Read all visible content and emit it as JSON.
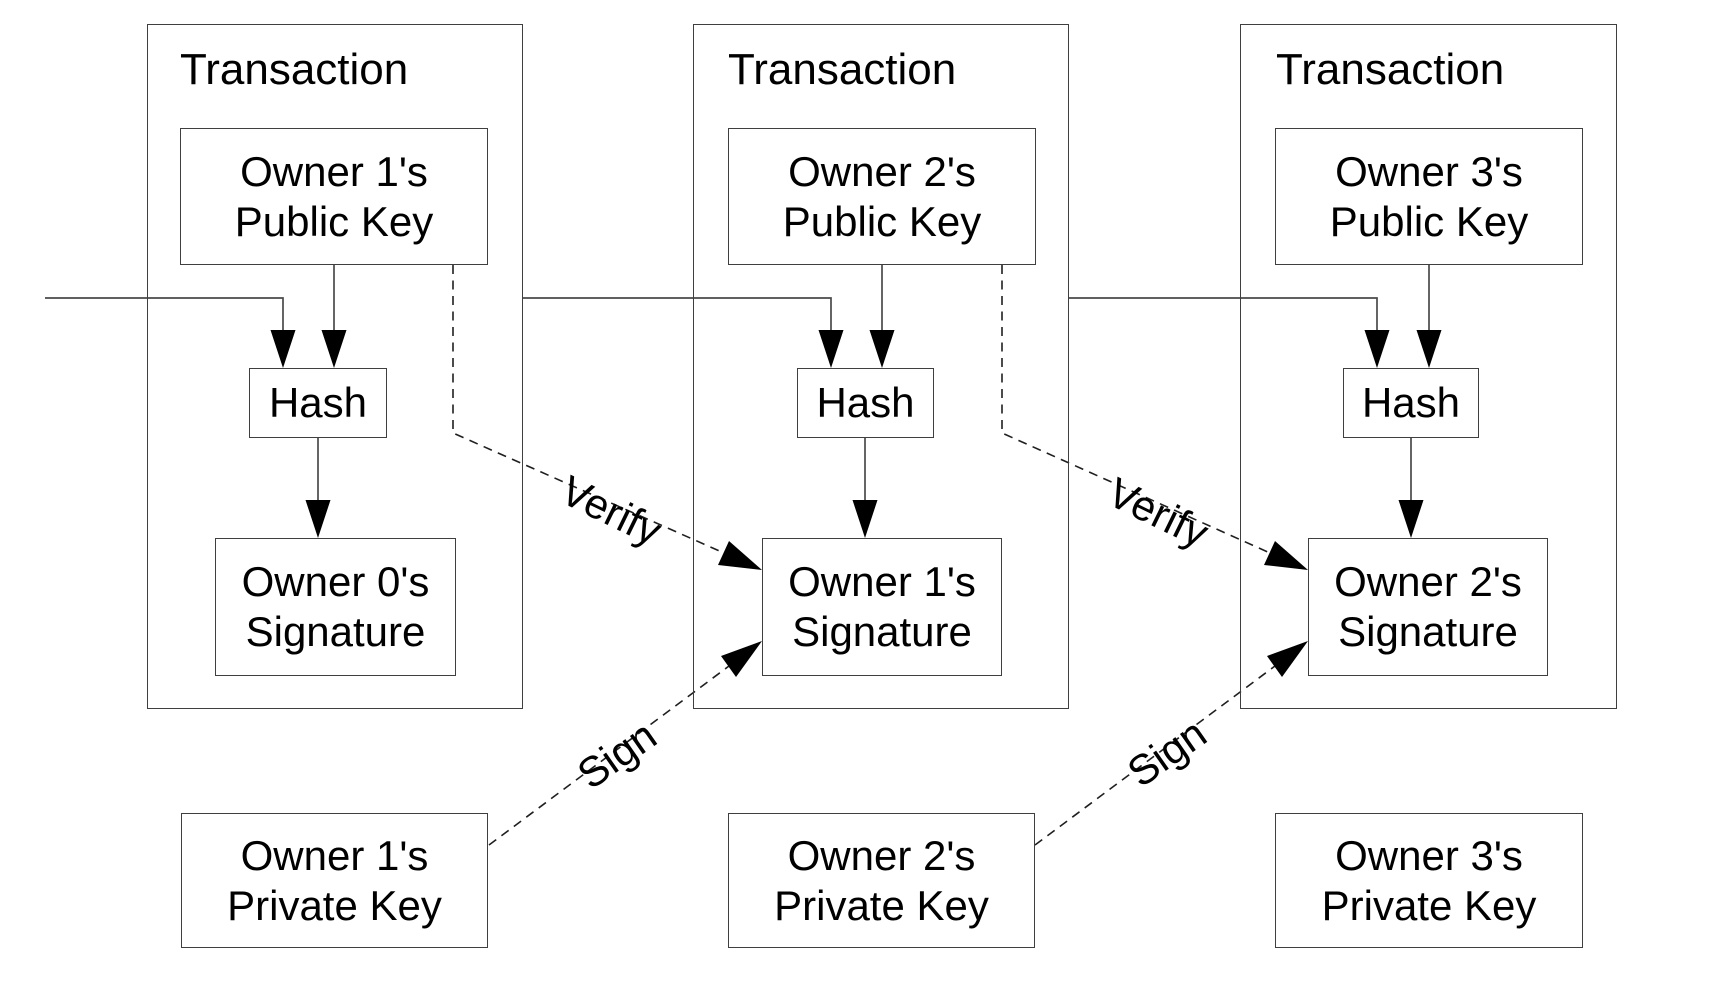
{
  "figure": {
    "background_color": "#ffffff",
    "line_color": "#4a4a4a",
    "dashed_line_color": "#1f1f1f",
    "arrow_color": "#000000",
    "text_color": "#000000",
    "transactions": [
      {
        "title": "Transaction",
        "public_key": {
          "line1": "Owner 1's",
          "line2": "Public Key"
        },
        "hash_label": "Hash",
        "signature": {
          "line1": "Owner 0's",
          "line2": "Signature"
        }
      },
      {
        "title": "Transaction",
        "public_key": {
          "line1": "Owner 2's",
          "line2": "Public Key"
        },
        "hash_label": "Hash",
        "signature": {
          "line1": "Owner 1's",
          "line2": "Signature"
        }
      },
      {
        "title": "Transaction",
        "public_key": {
          "line1": "Owner 3's",
          "line2": "Public Key"
        },
        "hash_label": "Hash",
        "signature": {
          "line1": "Owner 2's",
          "line2": "Signature"
        }
      }
    ],
    "private_keys": [
      {
        "line1": "Owner 1's",
        "line2": "Private Key"
      },
      {
        "line1": "Owner 2's",
        "line2": "Private Key"
      },
      {
        "line1": "Owner 3's",
        "line2": "Private Key"
      }
    ],
    "edge_labels": {
      "verify": "Verify",
      "sign": "Sign"
    }
  }
}
